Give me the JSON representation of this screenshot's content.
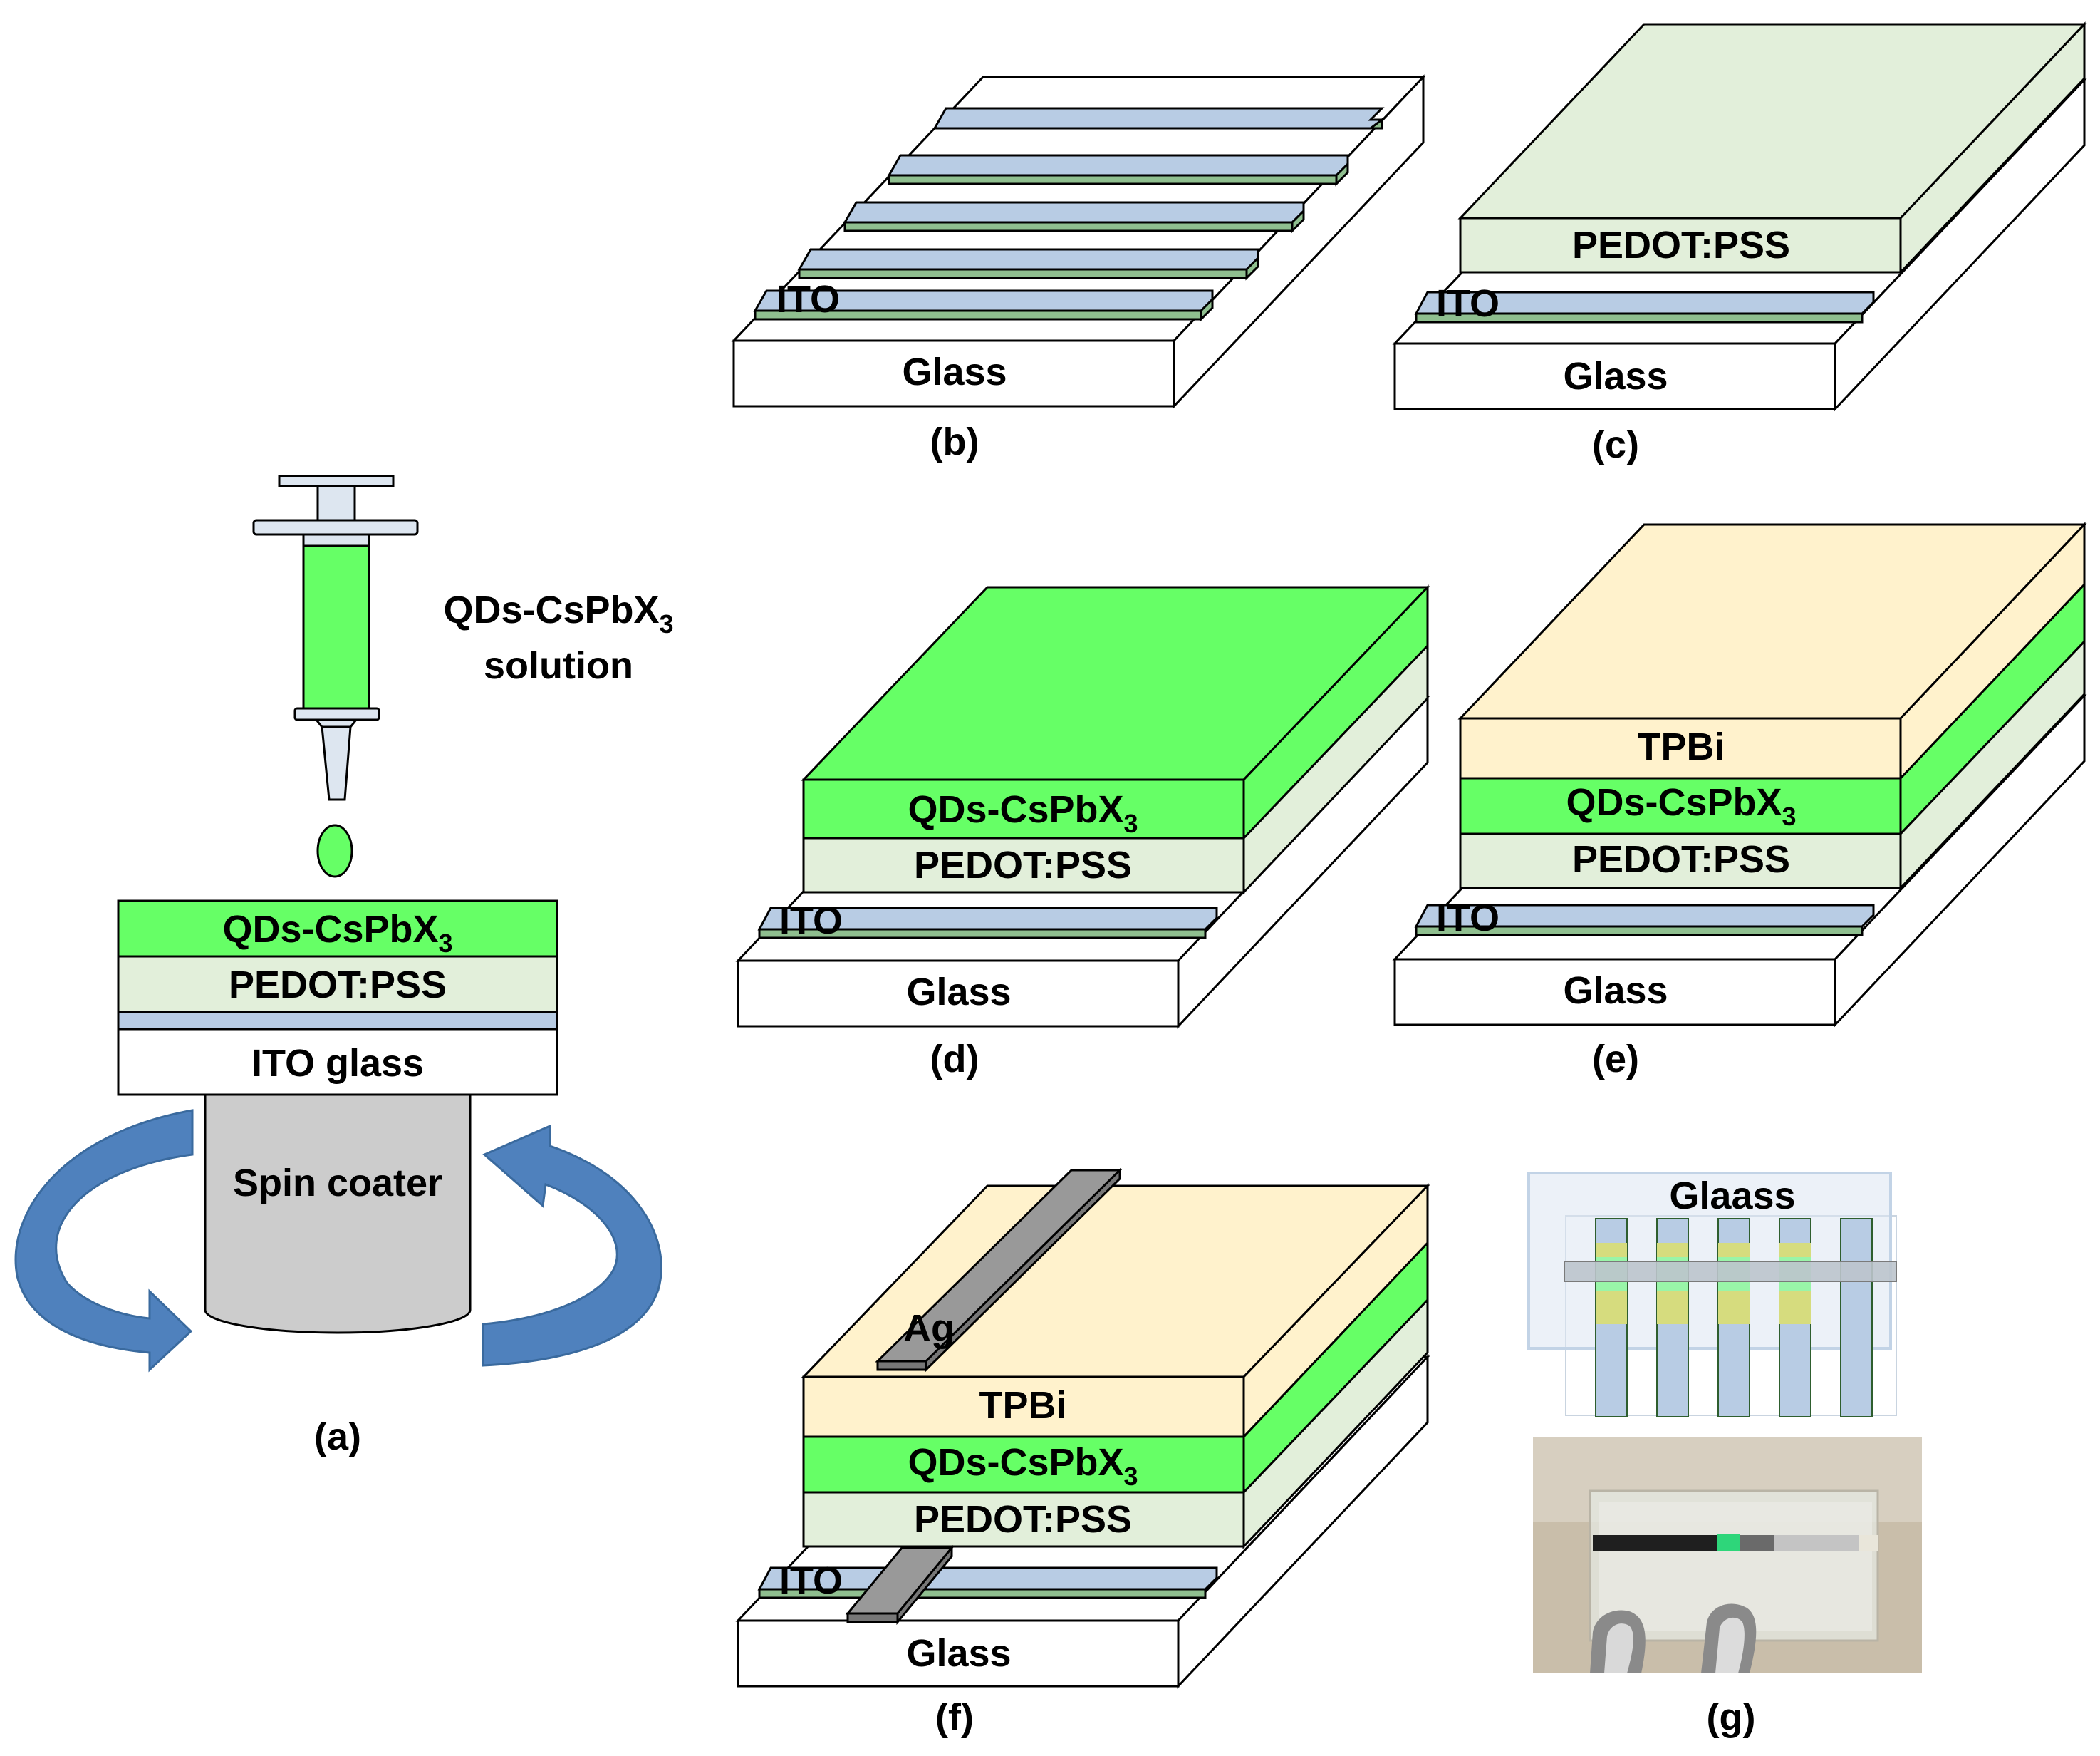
{
  "colors": {
    "glass": "#ffffff",
    "ito": "#b8cce4",
    "ito_edge": "#8fbf8f",
    "pedot": "#e2efda",
    "qd": "#66ff66",
    "tpbi": "#fff2cc",
    "ag": "#999999",
    "arrow": "#4f81bd",
    "arrow_dark": "#3a6a9e",
    "coater": "#cccccc",
    "outline": "#000000"
  },
  "panel_a": {
    "caption": "(a)",
    "solution_label": "QDs-CsPbX",
    "solution_sub": "3",
    "solution_label_2": "solution",
    "stack": {
      "qd": "QDs-CsPbX",
      "qd_sub": "3",
      "pedot": "PEDOT:PSS",
      "ito_glass": "ITO glass"
    },
    "spin_coater": "Spin coater"
  },
  "panel_b": {
    "caption": "(b)",
    "glass": "Glass",
    "ito": "ITO"
  },
  "panel_c": {
    "caption": "(c)",
    "glass": "Glass",
    "ito": "ITO",
    "pedot": "PEDOT:PSS"
  },
  "panel_d": {
    "caption": "(d)",
    "glass": "Glass",
    "ito": "ITO",
    "pedot": "PEDOT:PSS",
    "qd": "QDs-CsPbX",
    "qd_sub": "3"
  },
  "panel_e": {
    "caption": "(e)",
    "glass": "Glass",
    "ito": "ITO",
    "pedot": "PEDOT:PSS",
    "qd": "QDs-CsPbX",
    "qd_sub": "3",
    "tpbi": "TPBi"
  },
  "panel_f": {
    "caption": "(f)",
    "glass": "Glass",
    "ito": "ITO",
    "pedot": "PEDOT:PSS",
    "qd": "QDs-CsPbX",
    "qd_sub": "3",
    "tpbi": "TPBi",
    "ag": "Ag"
  },
  "panel_g": {
    "caption": "(g)",
    "title": "Glaass"
  }
}
